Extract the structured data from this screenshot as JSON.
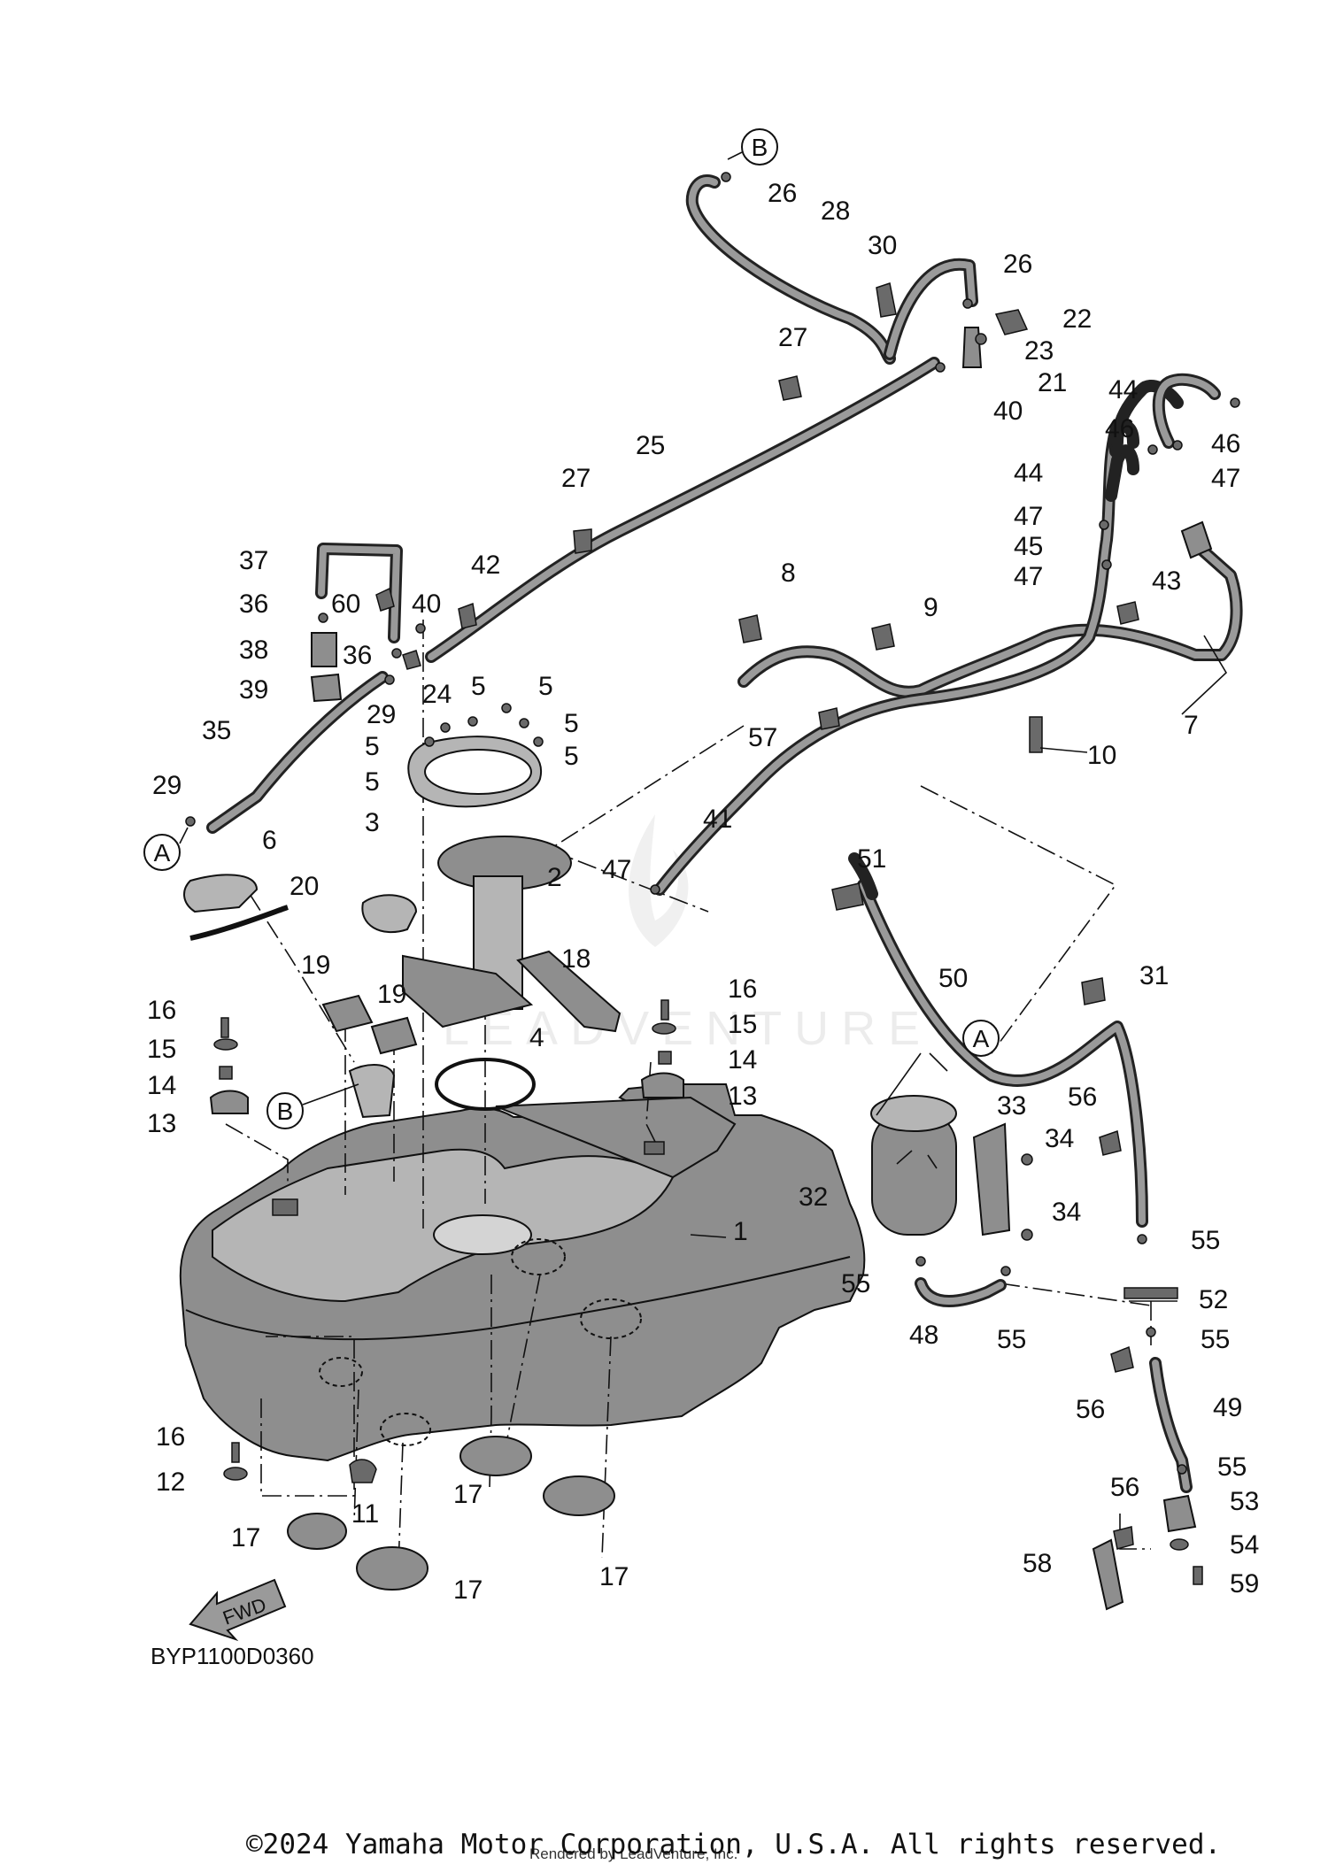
{
  "diagram_code": "BYP1100D0360",
  "copyright": "©2024 Yamaha Motor Corporation, U.S.A. All rights reserved.",
  "rendered_by": "Rendered by LeadVenture, Inc.",
  "watermark": "LEADVENTURE",
  "fwd_label": "FWD",
  "connectors": [
    "A",
    "B"
  ],
  "callouts": [
    "1",
    "2",
    "3",
    "4",
    "5",
    "6",
    "7",
    "8",
    "9",
    "10",
    "11",
    "12",
    "13",
    "14",
    "15",
    "16",
    "17",
    "18",
    "19",
    "20",
    "21",
    "22",
    "23",
    "24",
    "25",
    "26",
    "27",
    "28",
    "29",
    "30",
    "31",
    "32",
    "33",
    "34",
    "35",
    "36",
    "37",
    "38",
    "39",
    "40",
    "41",
    "42",
    "43",
    "44",
    "45",
    "46",
    "47",
    "48",
    "49",
    "50",
    "51",
    "52",
    "53",
    "54",
    "55",
    "56",
    "57",
    "58",
    "59",
    "60"
  ]
}
